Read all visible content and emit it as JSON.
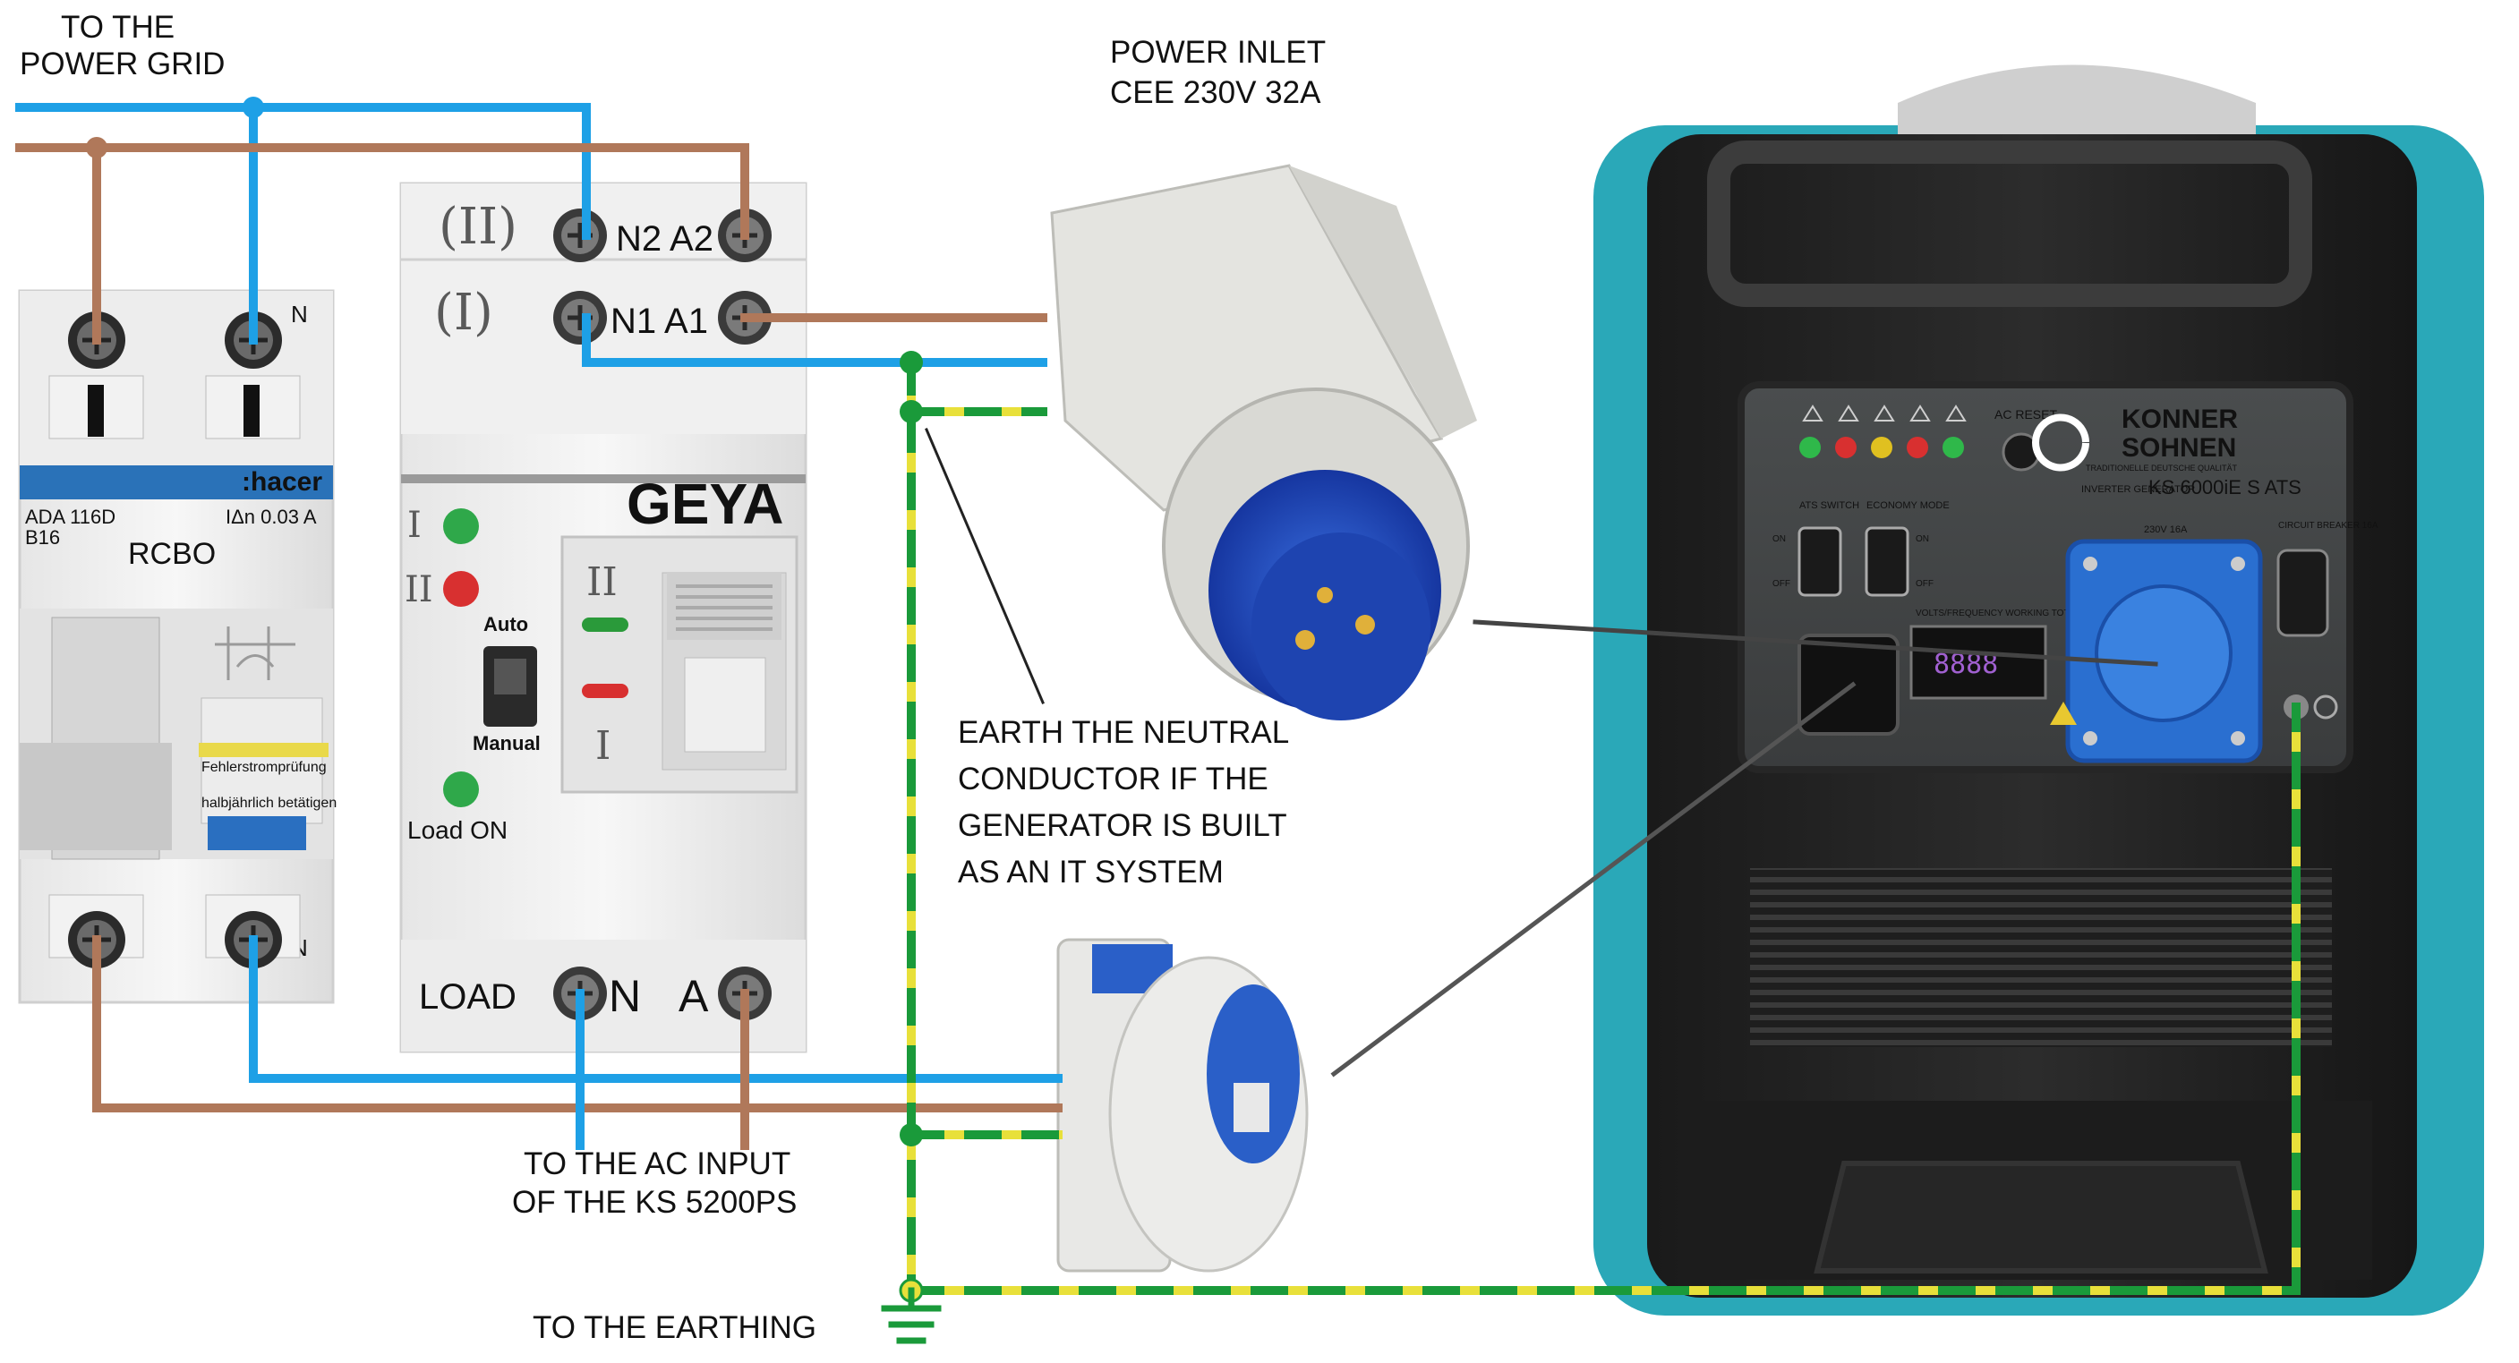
{
  "labels": {
    "grid_line1": "TO THE",
    "grid_line2": "POWER GRID",
    "inlet_line1": "POWER INLET",
    "inlet_line2": "CEE 230V 32A",
    "note_line1": "EARTH THE NEUTRAL",
    "note_line2": "CONDUCTOR IF THE",
    "note_line3": "GENERATOR IS BUILT",
    "note_line4": "AS AN IT SYSTEM",
    "ac_line1": "TO THE  AC INPUT",
    "ac_line2": "OF THE  KS 5200PS",
    "earthing": "TO THE EARTHING"
  },
  "rcbo": {
    "label": "RCBO",
    "brand": ":hacer",
    "rating_left": "ADA 116D",
    "rating_right": "IΔn 0.03 A",
    "type_code": "B16",
    "terminal_n": "N",
    "test_text_1": "Fehlerstromprüfung",
    "test_text_2": "halbjährlich betätigen"
  },
  "ats": {
    "brand": "GEYA",
    "src2": "(II)",
    "src1": "(I)",
    "n2a2": "N2 A2",
    "n1a1": "N1 A1",
    "ind1": "I",
    "ind2": "II",
    "auto": "Auto",
    "manual": "Manual",
    "load_on": "Load ON",
    "sw_ii": "II",
    "sw_i": "I",
    "load": "LOAD",
    "n": "N",
    "a": "A"
  },
  "generator": {
    "brand_line1": "KONNER",
    "brand_line2": "SOHNEN",
    "slogan": "TRADITIONELLE DEUTSCHE QUALITÄT",
    "model_prefix": "INVERTER GENERATOR",
    "model": "KS 6000iE S ATS",
    "ac_reset": "AC RESET",
    "ats_switch": "ATS SWITCH",
    "economy_mode": "ECONOMY MODE",
    "on": "ON",
    "off": "OFF",
    "socket_rating": "230V 16A",
    "breaker": "CIRCUIT BREAKER 16A",
    "display_caption": "VOLTS/FREQUENCY WORKING TOTAL HOURS",
    "display_value": "8888"
  },
  "colors": {
    "phase": "#b0785a",
    "neutral": "#1ea0e6",
    "earth_green": "#1a9a3a",
    "earth_yellow": "#e8e03a",
    "cee_blue": "#1f4fc0",
    "generator_teal": "#2aa8b8"
  }
}
